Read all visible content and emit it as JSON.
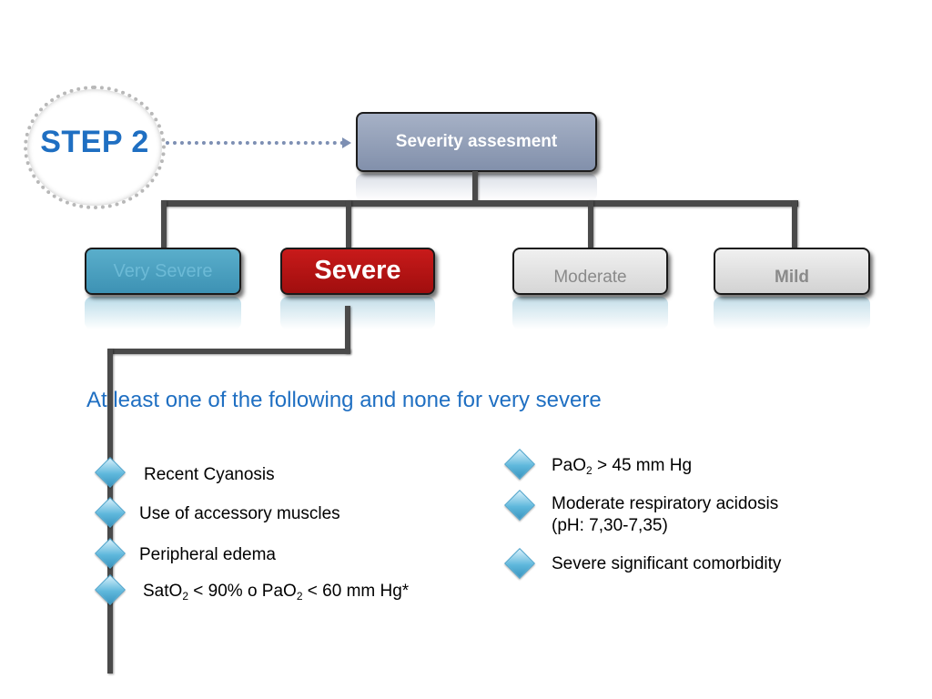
{
  "step": {
    "label": "STEP 2"
  },
  "root": {
    "label": "Severity assesment"
  },
  "levels": [
    {
      "label": "Very Severe"
    },
    {
      "label": "Severe"
    },
    {
      "label": "Moderate"
    },
    {
      "label": "Mild"
    }
  ],
  "heading": "At least one of the following and none for very severe",
  "left_items": [
    {
      "text": "Recent Cyanosis"
    },
    {
      "text": "Use of accessory muscles"
    },
    {
      "text": "Peripheral edema"
    },
    {
      "p1": "SatO",
      "s1": "2",
      "p2": " < 90% o PaO",
      "s2": "2",
      "p3": " < 60 mm Hg*"
    }
  ],
  "right_items": [
    {
      "p1": "PaO",
      "s1": "2",
      "p2": " > 45 mm Hg"
    },
    {
      "line1": "Moderate respiratory acidosis",
      "line2": "(pH: 7,30-7,35)"
    },
    {
      "text": "Severe significant comorbidity"
    }
  ],
  "colors": {
    "accent_blue": "#1f6fc2",
    "severe_red": "#c81a1a",
    "very_severe_teal": "#4aa3c6",
    "root_gray_blue": "#8e9bb4"
  }
}
